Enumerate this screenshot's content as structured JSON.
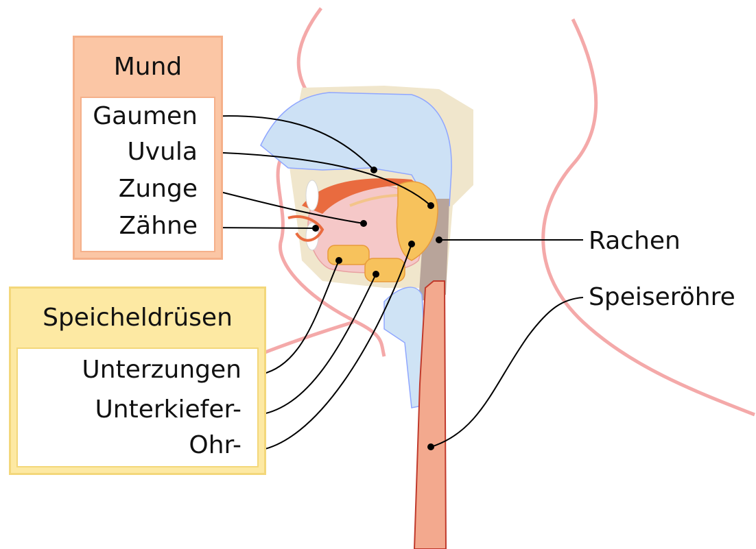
{
  "colors": {
    "mouth_header": "#fbc6a5",
    "mouth_border": "#f5b08a",
    "gland_header": "#fde9a3",
    "gland_border": "#f3d77a",
    "outline": "#f4a9a9",
    "nasal_cavity": "#cde1f5",
    "bone": "#f0e6cc",
    "tongue": "#f5c8c8",
    "palate": "#e96b3f",
    "gland": "#f7c25c",
    "pharynx": "#b8a49a",
    "esophagus": "#f3a98e",
    "airway": "#cfe3f5"
  },
  "groups": {
    "mouth": {
      "title": "Mund",
      "items": [
        "Gaumen",
        "Uvula",
        "Zunge",
        "Zähne"
      ]
    },
    "salivary_glands": {
      "title": "Speicheldrüsen",
      "items": [
        "Unterzungen",
        "Unterkiefer-",
        "Ohr-"
      ]
    }
  },
  "labels": {
    "pharynx": "Rachen",
    "esophagus": "Speiseröhre"
  }
}
